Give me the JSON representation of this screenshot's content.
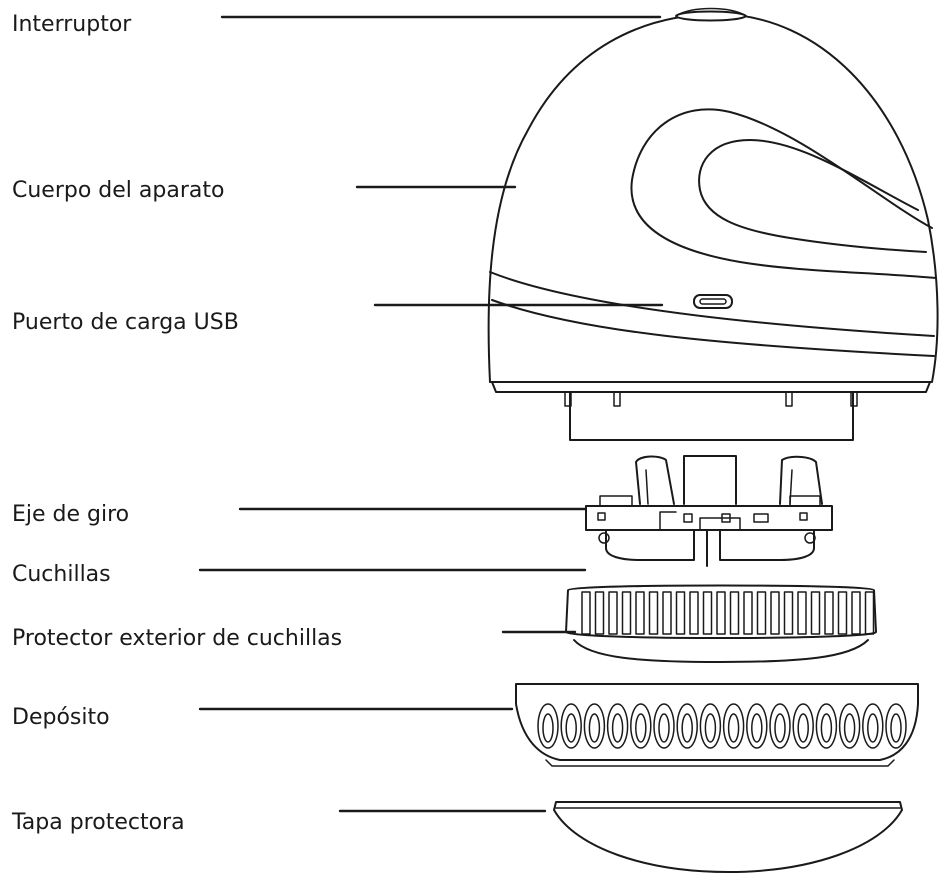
{
  "labels": {
    "switch": "Interruptor",
    "body": "Cuerpo del aparato",
    "usb_port": "Puerto de carga USB",
    "spin_axis": "Eje de giro",
    "blades": "Cuchillas",
    "blade_guard": "Protector exterior de cuchillas",
    "container": "Depósito",
    "cap": "Tapa protectora"
  }
}
